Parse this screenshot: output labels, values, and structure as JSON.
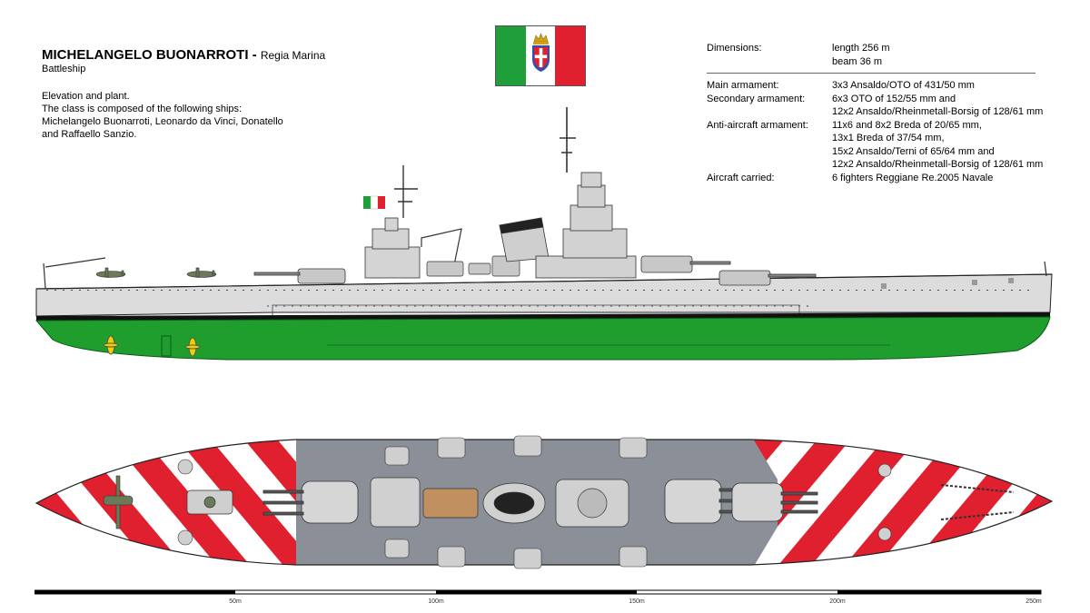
{
  "header": {
    "ship_name": "MICHELANGELO BUONARROTI -",
    "navy": "Regia Marina",
    "ship_type": "Battleship"
  },
  "description": [
    "Elevation and plant.",
    "The class is composed of the following ships:",
    "Michelangelo Buonarroti, Leonardo da Vinci, Donatello",
    "and Raffaello Sanzio."
  ],
  "flag": {
    "colors": [
      "#1f9e3a",
      "#ffffff",
      "#e0202e"
    ],
    "emblem": "savoy-cross-crown"
  },
  "specs": {
    "dimensions": {
      "label": "Dimensions:",
      "values": [
        "length 256 m",
        "beam 36 m"
      ]
    },
    "main_armament": {
      "label": "Main armament:",
      "values": [
        "3x3 Ansaldo/OTO of 431/50 mm"
      ]
    },
    "secondary_armament": {
      "label": "Secondary armament:",
      "values": [
        "6x3 OTO of 152/55 mm and",
        "12x2 Ansaldo/Rheinmetall-Borsig of 128/61 mm"
      ]
    },
    "aa_armament": {
      "label": "Anti-aircraft armament:",
      "values": [
        "11x6 and 8x2 Breda of 20/65 mm,",
        "13x1 Breda of 37/54 mm,",
        "15x2 Ansaldo/Terni of 65/64 mm and",
        "12x2 Ansaldo/Rheinmetall-Borsig of 128/61 mm"
      ]
    },
    "aircraft": {
      "label": "Aircraft carried:",
      "values": [
        "6 fighters Reggiane Re.2005 Navale"
      ]
    }
  },
  "colors": {
    "hull_gray": "#d9d9d9",
    "hull_green": "#1f9e2e",
    "deck_gray": "#8a8f98",
    "stripe_red": "#e0202e"
  },
  "scale_bar": {
    "labels": [
      "50m",
      "100m",
      "150m",
      "200m",
      "250m"
    ]
  }
}
